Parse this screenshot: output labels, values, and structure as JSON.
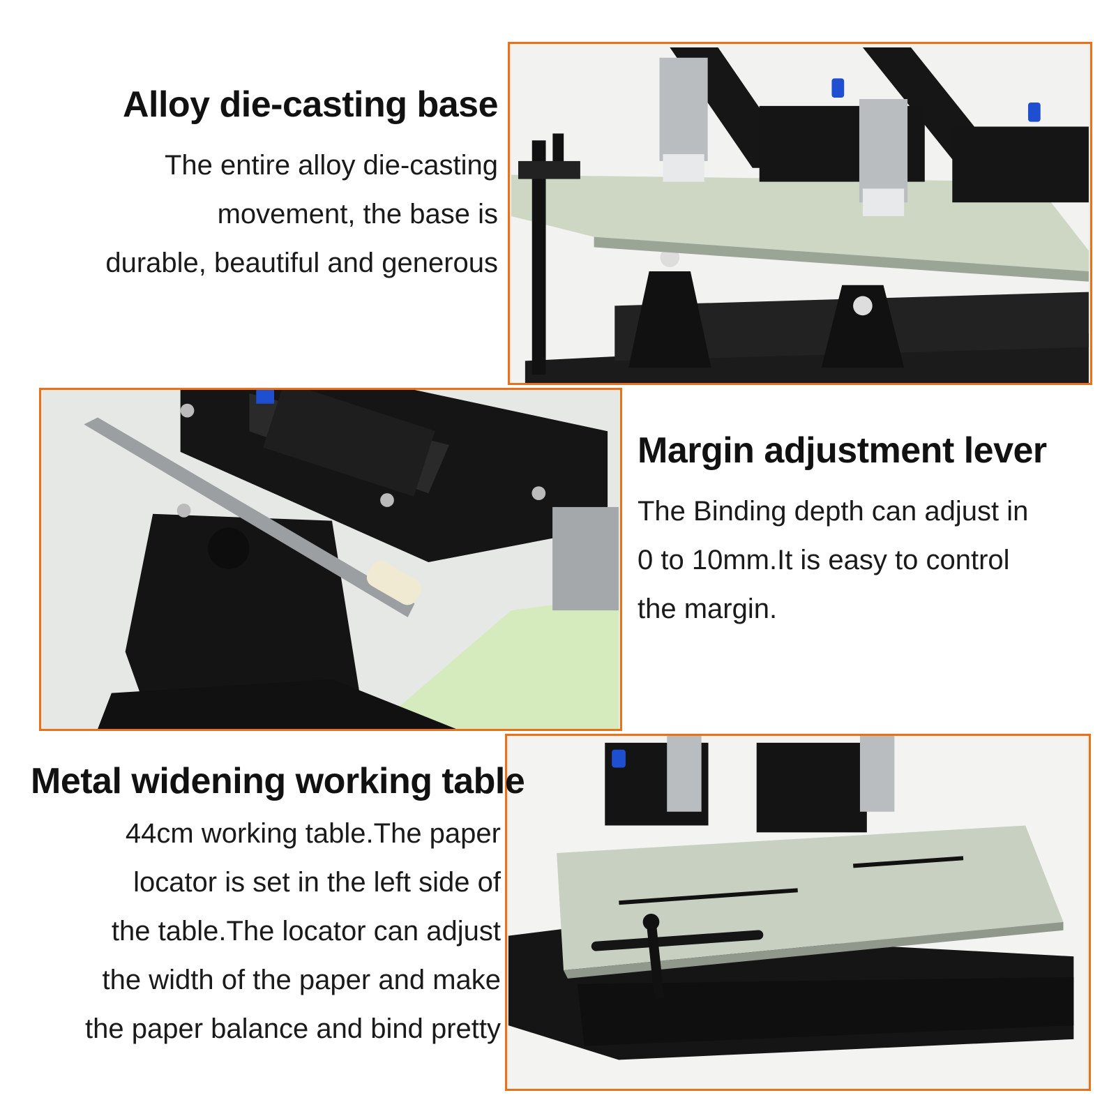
{
  "sections": [
    {
      "heading": "Alloy die-casting base",
      "body_lines": [
        "The entire alloy die-casting",
        "movement, the base is",
        "durable, beautiful and generous"
      ]
    },
    {
      "heading": "Margin adjustment lever",
      "body_lines": [
        "The Binding depth can adjust in",
        "0 to 10mm.It is easy to control",
        "the margin."
      ]
    },
    {
      "heading": "Metal widening working table",
      "body_lines": [
        "44cm working table.The paper",
        "locator is set in the left side of",
        "the table.The locator can adjust",
        "the width of the paper and make",
        "the paper balance and bind pretty"
      ]
    }
  ],
  "colors": {
    "frame": "#e8711a",
    "machine": "#151515",
    "table": "#c9d4c0",
    "paper": "#d7ebc0",
    "accent_blue": "#1f4fd1"
  },
  "icons": [
    "stapler-head-icon",
    "adjustment-knob-icon",
    "paper-locator-icon"
  ]
}
